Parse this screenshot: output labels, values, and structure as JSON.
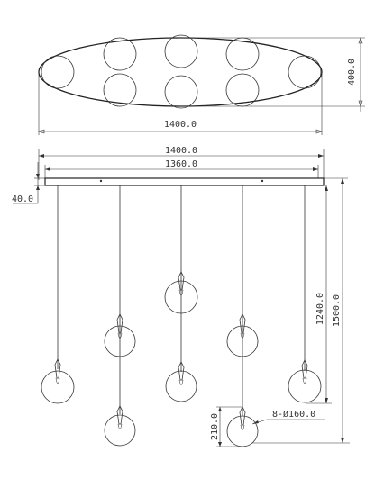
{
  "top_view": {
    "width_label": "1400.0",
    "depth_label": "400.0"
  },
  "front_view": {
    "width_label": "1400.0",
    "inner_width_label": "1360.0",
    "canopy_height_label": "40.0",
    "drop_label": "1240.0",
    "total_height_label": "1500.0",
    "globe_height_label": "210.0",
    "globe_spec_label": "8-Ø160.0"
  },
  "colors": {
    "ink": "#333333",
    "glass": "#555555"
  }
}
